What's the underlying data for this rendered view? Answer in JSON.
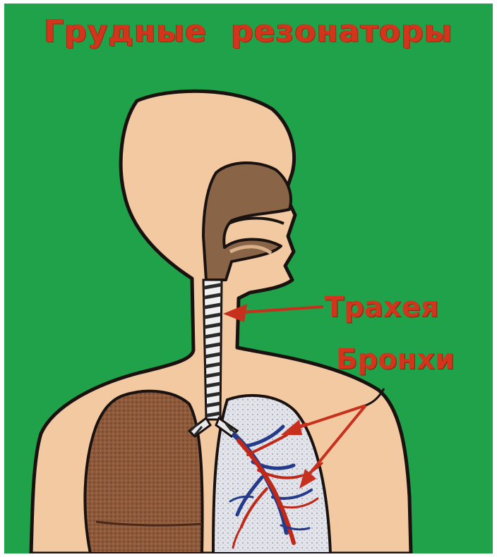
{
  "title": "Грудные резонаторы",
  "labels": {
    "trachea": "Трахея",
    "bronchi": "Бронхи"
  },
  "colors": {
    "background": "#20a24a",
    "skin": "#f2c9a0",
    "outline": "#1a1210",
    "cavity": "#8a6446",
    "lung_left": "#8e5a3c",
    "lung_right": "#e2e4ea",
    "bronchi_red": "#c0281a",
    "bronchi_blue": "#243a8a",
    "text_red": "#d2341c",
    "arrow": "#c8301e"
  }
}
